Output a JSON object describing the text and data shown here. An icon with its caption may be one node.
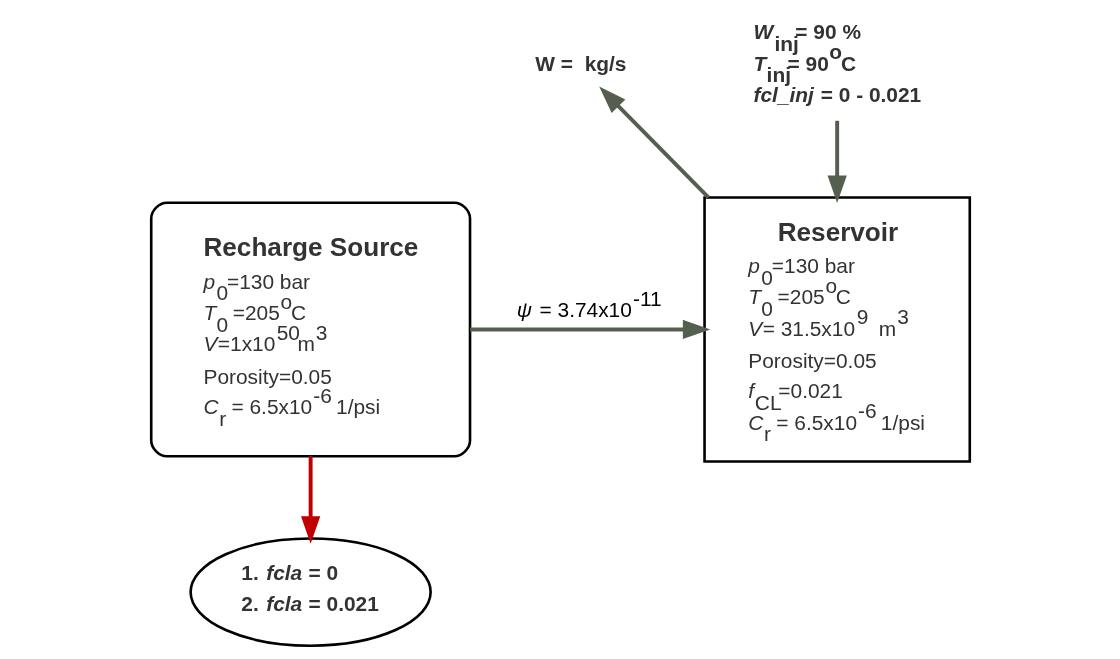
{
  "diagram": {
    "nodes": [
      {
        "text": [
          "Recharge Source",
          "*p*$_{0}$=130 bar",
          "*T*$_{0}$ =205$^{o}$C",
          "*V*=1x10$^{50}$m$^{3}$",
          "Porosity=0.05",
          "*C*$_{r}$ = 6.5x10$^{-6}$ 1/psi"
        ]
      },
      {
        "text": [
          "Reservoir",
          "*p*$_{0}$=130 bar",
          "*T*$_{0}$ =205$^{o}$C",
          "*V*= 31.5x10$^{9}$  m$^{3}$",
          "Porosity=0.05",
          "*f*$_{CL}$=0.021",
          "*C*$_{r}$ = 6.5x10$^{-6}$ 1/psi"
        ]
      },
      {
        "text": [
          "1. *fcla* = 0",
          "2. *fcla* = 0.021"
        ]
      },
      {
        "text": [
          "W =  kg/s"
        ]
      },
      {
        "text": [
          "*W*$_{inj}$= 90 %",
          "*T*$_{inj}$= 90$^{o}$C",
          "*fcl_inj* = 0 - 0.021"
        ]
      }
    ],
    "edges": [
      {
        "from": 0,
        "to": 1,
        "arrow": "to",
        "label": "*ψ* = 3.74x10$^{-11}$"
      },
      {
        "from": 0,
        "to": 2,
        "arrow": "to",
        "color": "#c00000"
      },
      {
        "from": 1,
        "to": 3,
        "arrow": "to"
      },
      {
        "from": 4,
        "to": 1,
        "arrow": "to"
      }
    ]
  }
}
